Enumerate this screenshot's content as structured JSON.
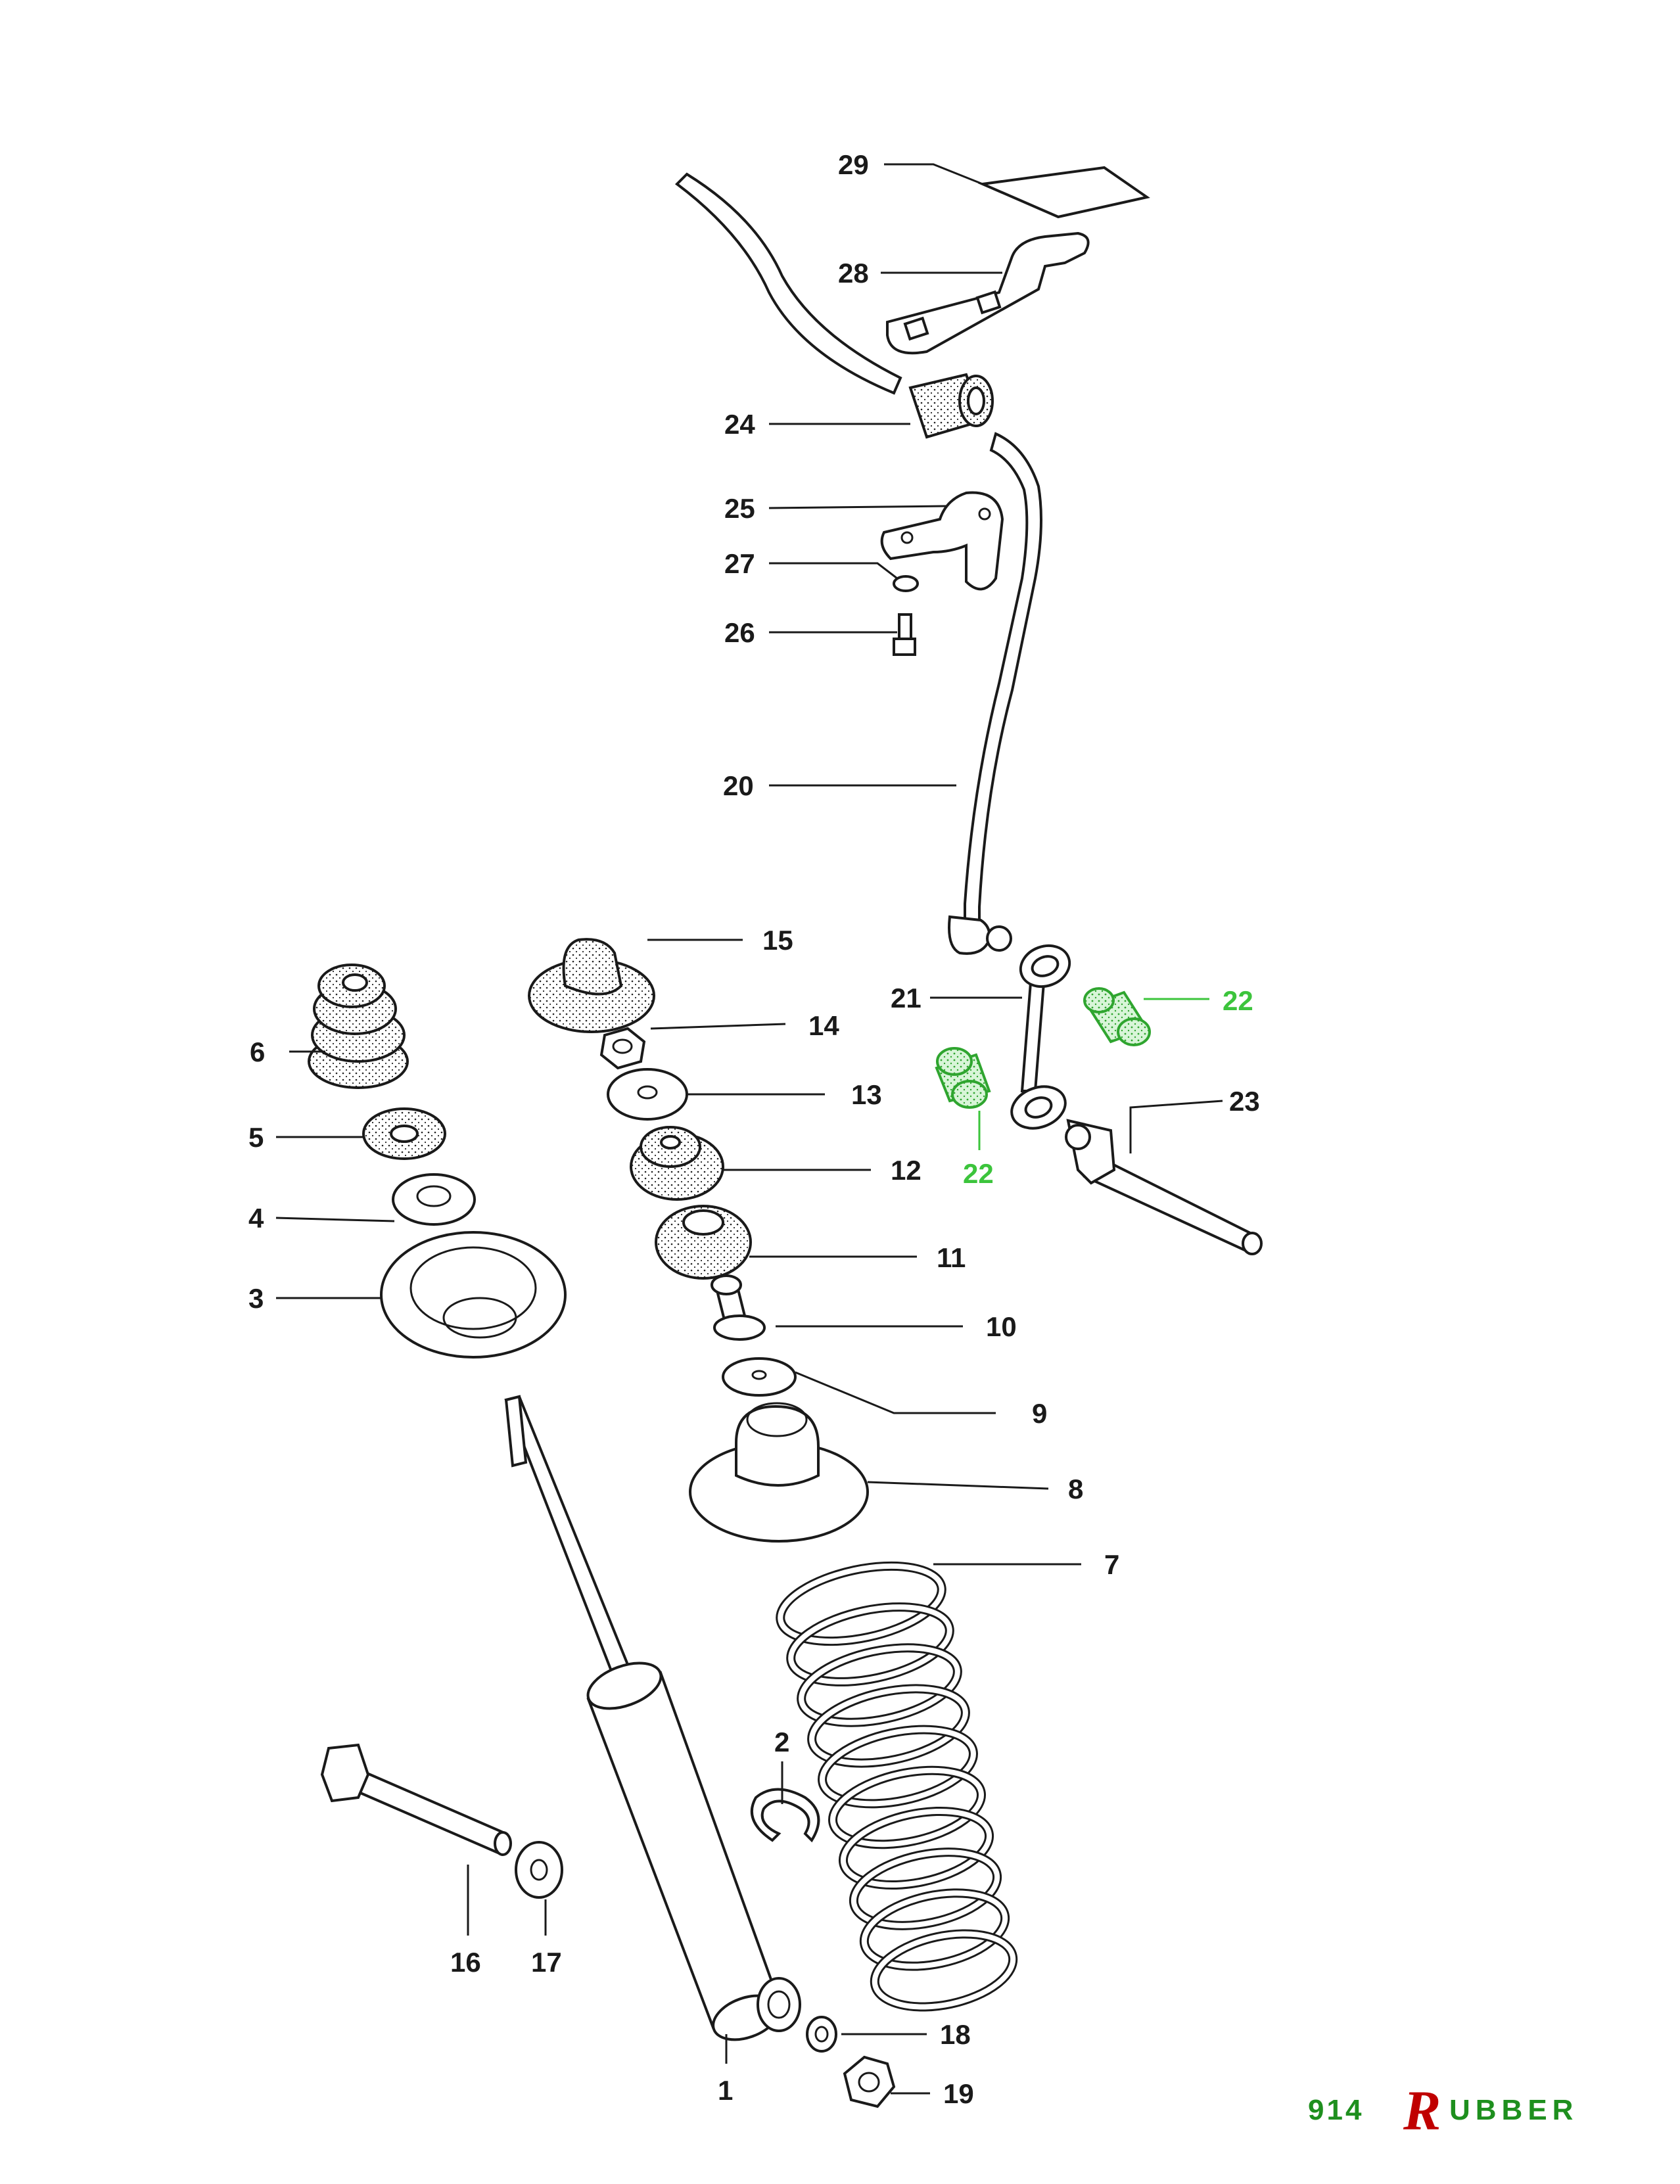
{
  "parts": [
    {
      "id": "1",
      "label": "1"
    },
    {
      "id": "2",
      "label": "2"
    },
    {
      "id": "3",
      "label": "3"
    },
    {
      "id": "4",
      "label": "4"
    },
    {
      "id": "5",
      "label": "5"
    },
    {
      "id": "6",
      "label": "6"
    },
    {
      "id": "7",
      "label": "7"
    },
    {
      "id": "8",
      "label": "8"
    },
    {
      "id": "9",
      "label": "9"
    },
    {
      "id": "10",
      "label": "10"
    },
    {
      "id": "11",
      "label": "11"
    },
    {
      "id": "12",
      "label": "12"
    },
    {
      "id": "13",
      "label": "13"
    },
    {
      "id": "14",
      "label": "14"
    },
    {
      "id": "15",
      "label": "15"
    },
    {
      "id": "16",
      "label": "16"
    },
    {
      "id": "17",
      "label": "17"
    },
    {
      "id": "18",
      "label": "18"
    },
    {
      "id": "19",
      "label": "19"
    },
    {
      "id": "20",
      "label": "20"
    },
    {
      "id": "21",
      "label": "21"
    },
    {
      "id": "22a",
      "label": "22",
      "highlighted": true
    },
    {
      "id": "22b",
      "label": "22",
      "highlighted": true
    },
    {
      "id": "23",
      "label": "23"
    },
    {
      "id": "24",
      "label": "24"
    },
    {
      "id": "25",
      "label": "25"
    },
    {
      "id": "26",
      "label": "26"
    },
    {
      "id": "27",
      "label": "27"
    },
    {
      "id": "28",
      "label": "28"
    },
    {
      "id": "29",
      "label": "29"
    }
  ],
  "highlight_color": "#3cc43c",
  "logo": {
    "prefix": "914",
    "initial": "R",
    "rest": "UBBER"
  },
  "brand_colors": {
    "text": "#1e8f1e",
    "initial": "#c00000"
  }
}
